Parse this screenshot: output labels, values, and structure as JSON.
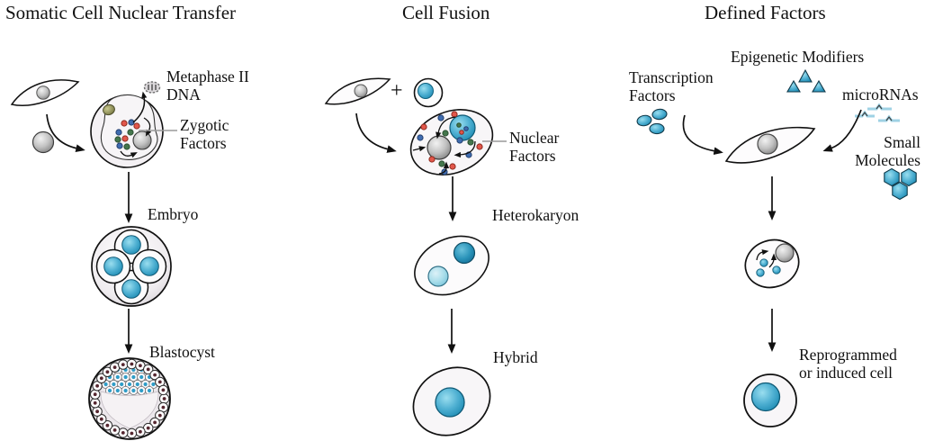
{
  "figure": {
    "panels": {
      "scnt": {
        "title": "Somatic Cell Nuclear Transfer",
        "labels": {
          "metaphase_dna": "Metaphase II\nDNA",
          "zygotic_factors": "Zygotic\nFactors",
          "embryo": "Embryo",
          "blastocyst": "Blastocyst"
        }
      },
      "cell_fusion": {
        "title": "Cell Fusion",
        "plus": "+",
        "labels": {
          "nuclear_factors": "Nuclear\nFactors",
          "heterokaryon": "Heterokaryon",
          "hybrid": "Hybrid"
        }
      },
      "defined_factors": {
        "title": "Defined Factors",
        "labels": {
          "transcription_factors": "Transcription\nFactors",
          "epigenetic_modifiers": "Epigenetic Modifiers",
          "micrornas": "microRNAs",
          "small_molecules": "Small\nMolecules",
          "reprogrammed": "Reprogrammed\nor induced cell"
        }
      }
    },
    "icons": {
      "transcription_factors": "three-blue-ovals",
      "epigenetic_modifiers": "three-blue-triangles",
      "micrornas": "rna-hairpin-lines",
      "small_molecules": "three-blue-hexagons",
      "metaphase_dna": "striped-chromosome-capsule"
    },
    "colors": {
      "accent_teal": "#2f9dc7",
      "nucleus_gray": "#9a9a9a",
      "dot_red": "#e2574b",
      "dot_blue": "#3f6cb0",
      "dot_green": "#44774c",
      "trophectoderm_dot": "#55262f",
      "mirna_light_blue": "#9fd2e4",
      "text": "#111111",
      "background": "#ffffff"
    }
  }
}
